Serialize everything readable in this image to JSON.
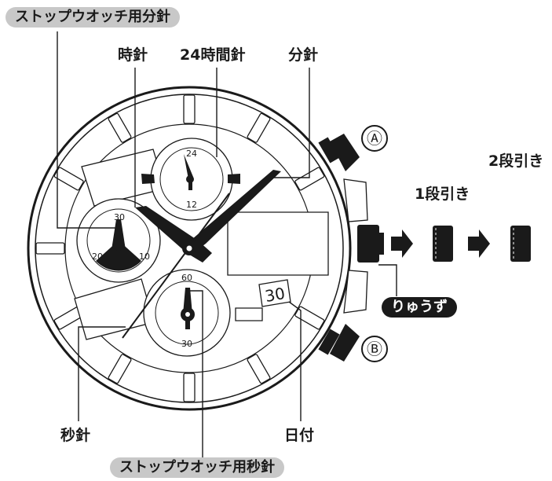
{
  "labels": {
    "stopwatch_minute_hand": "ストップウオッチ用分針",
    "hour_hand": "時針",
    "hand_24h": "24時間針",
    "minute_hand": "分針",
    "second_hand": "秒針",
    "date": "日付",
    "stopwatch_second_hand": "ストップウオッチ用秒針",
    "crown": "りゅうず",
    "button_a": "Ⓐ",
    "button_b": "Ⓑ",
    "crown_pull_1": "1段引き",
    "crown_pull_2": "2段引き"
  },
  "dial": {
    "date_window": "30",
    "subdial_24h": {
      "top": "24",
      "bottom": "12"
    },
    "subdial_minutes": {
      "top": "30",
      "left": "20",
      "right": "10"
    },
    "subdial_seconds": {
      "top": "60",
      "bottom": "30"
    }
  },
  "colors": {
    "ink": "#1a1a1a",
    "pill_grey": "#c8c8c8",
    "paper": "#ffffff"
  }
}
